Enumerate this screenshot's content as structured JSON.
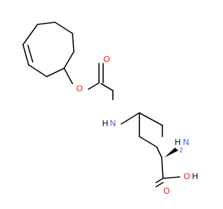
{
  "molecule": {
    "atoms": {
      "ester_o": "O",
      "carbonyl_o": "O",
      "nh_n": "N",
      "nh_h": "H",
      "amino_h": "H",
      "amino_n": "N",
      "amino_sub": "2",
      "acid_o_carbonyl": "O",
      "acid_o_hydroxyl": "O",
      "acid_h": "H"
    },
    "colors": {
      "carbon_bond": "#000000",
      "oxygen": "#ff0d0d",
      "nitrogen": "#3050f8",
      "hydrogen": "#000000"
    }
  }
}
